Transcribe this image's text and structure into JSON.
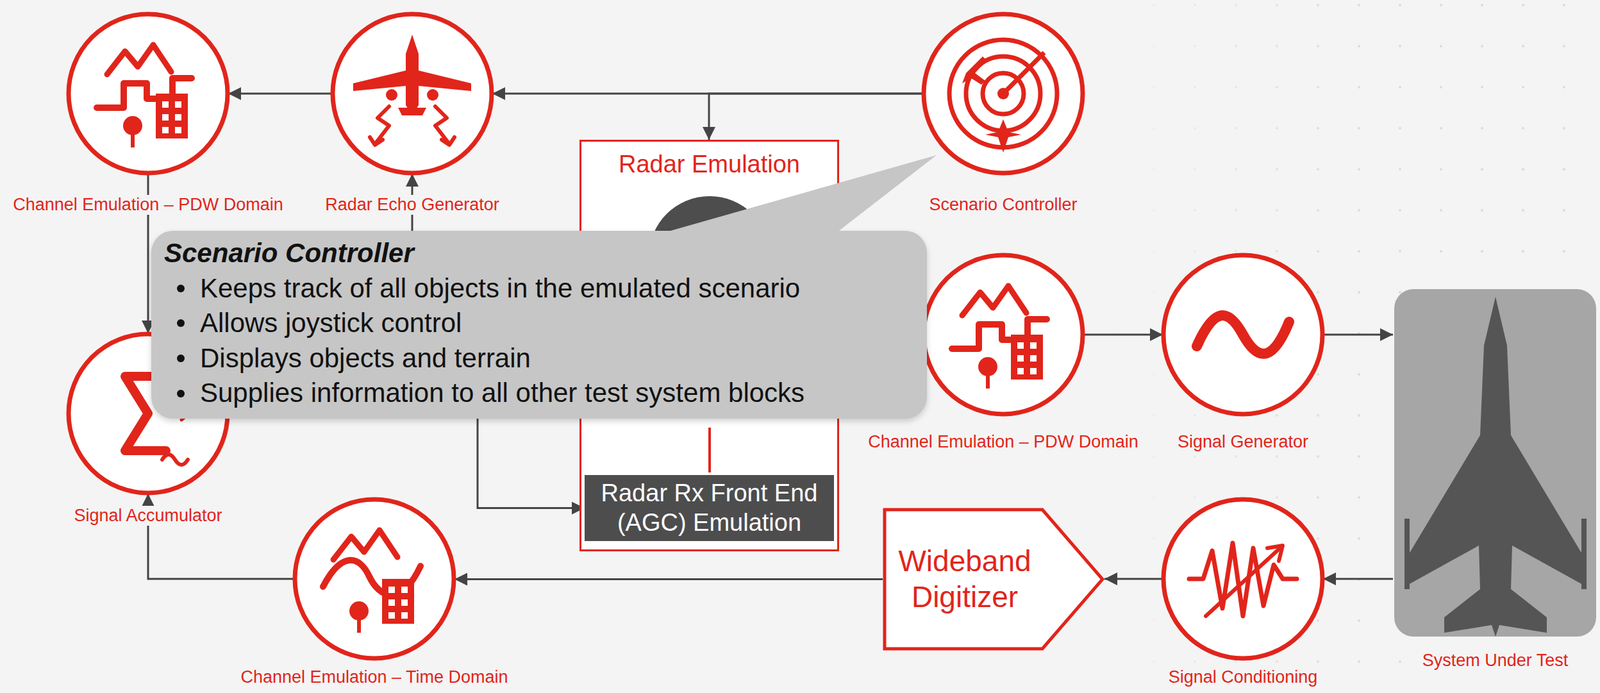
{
  "diagram": {
    "nodes": [
      {
        "text": [
          "Channel Emulation – PDW Domain"
        ]
      },
      {
        "text": [
          "Radar Echo Generator"
        ]
      },
      {
        "text": [
          "Radar Emulation"
        ]
      },
      {
        "text": [
          "Scenario Controller"
        ]
      },
      {
        "text": [
          "Scenario Controller",
          "Keeps track of all objects in the emulated scenario",
          "Allows joystick control",
          "Displays objects and terrain",
          "Supplies information to all other test system blocks"
        ]
      },
      {
        "text": [
          "Signal Accumulator"
        ]
      },
      {
        "text": [
          "Channel Emulation – PDW Domain"
        ]
      },
      {
        "text": [
          "Signal Generator"
        ]
      },
      {
        "text": [
          "System Under Test"
        ]
      },
      {
        "text": [
          "Radar Rx Front End (AGC) Emulation"
        ],
        "in": 2
      },
      {
        "text": [
          "Channel Emulation – Time Domain"
        ]
      },
      {
        "text": [
          "Wideband Digitizer"
        ]
      },
      {
        "text": [
          "Signal Conditioning"
        ]
      }
    ],
    "edges": [
      {
        "from": 3,
        "to": 1,
        "arrow": "to"
      },
      {
        "from": 1,
        "to": 0,
        "arrow": "to"
      },
      {
        "from": 3,
        "to": 2,
        "arrow": "to"
      },
      {
        "from": 0,
        "to": 5,
        "arrow": "to"
      },
      {
        "from": 2,
        "to": 1,
        "arrow": "to"
      },
      {
        "from": 2,
        "to": 6,
        "arrow": "to"
      },
      {
        "from": 6,
        "to": 7,
        "arrow": "to"
      },
      {
        "from": 7,
        "to": 8,
        "arrow": "to"
      },
      {
        "from": 8,
        "to": 12,
        "arrow": "to"
      },
      {
        "from": 12,
        "to": 11,
        "arrow": "to"
      },
      {
        "from": 11,
        "to": 10,
        "arrow": "to"
      },
      {
        "from": 10,
        "to": 5,
        "arrow": "to"
      },
      {
        "from": 5,
        "to": 9,
        "arrow": "to"
      }
    ]
  }
}
